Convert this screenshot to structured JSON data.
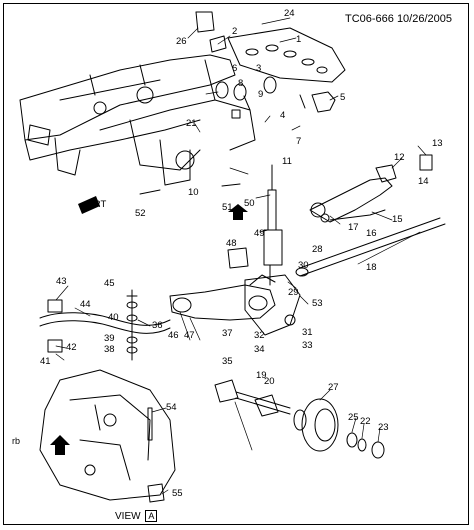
{
  "header": {
    "drawing_id": "TC06-666 10/26/2005"
  },
  "corner_tag": "rb",
  "view_label": {
    "text": "VIEW",
    "letter": "A"
  },
  "callouts": [
    "1",
    "2",
    "3",
    "4",
    "5",
    "6",
    "7",
    "8",
    "9",
    "10",
    "11",
    "12",
    "13",
    "14",
    "15",
    "16",
    "17",
    "18",
    "19",
    "20",
    "21",
    "22",
    "23",
    "24",
    "25",
    "26",
    "27",
    "28",
    "29",
    "30",
    "31",
    "32",
    "33",
    "34",
    "35",
    "36",
    "37",
    "38",
    "39",
    "40",
    "41",
    "42",
    "43",
    "44",
    "45",
    "46",
    "47",
    "48",
    "49",
    "50",
    "51",
    "52",
    "53",
    "54",
    "55"
  ],
  "icons": [
    "front-direction-arrow-icon",
    "view-a-arrow-icon"
  ]
}
